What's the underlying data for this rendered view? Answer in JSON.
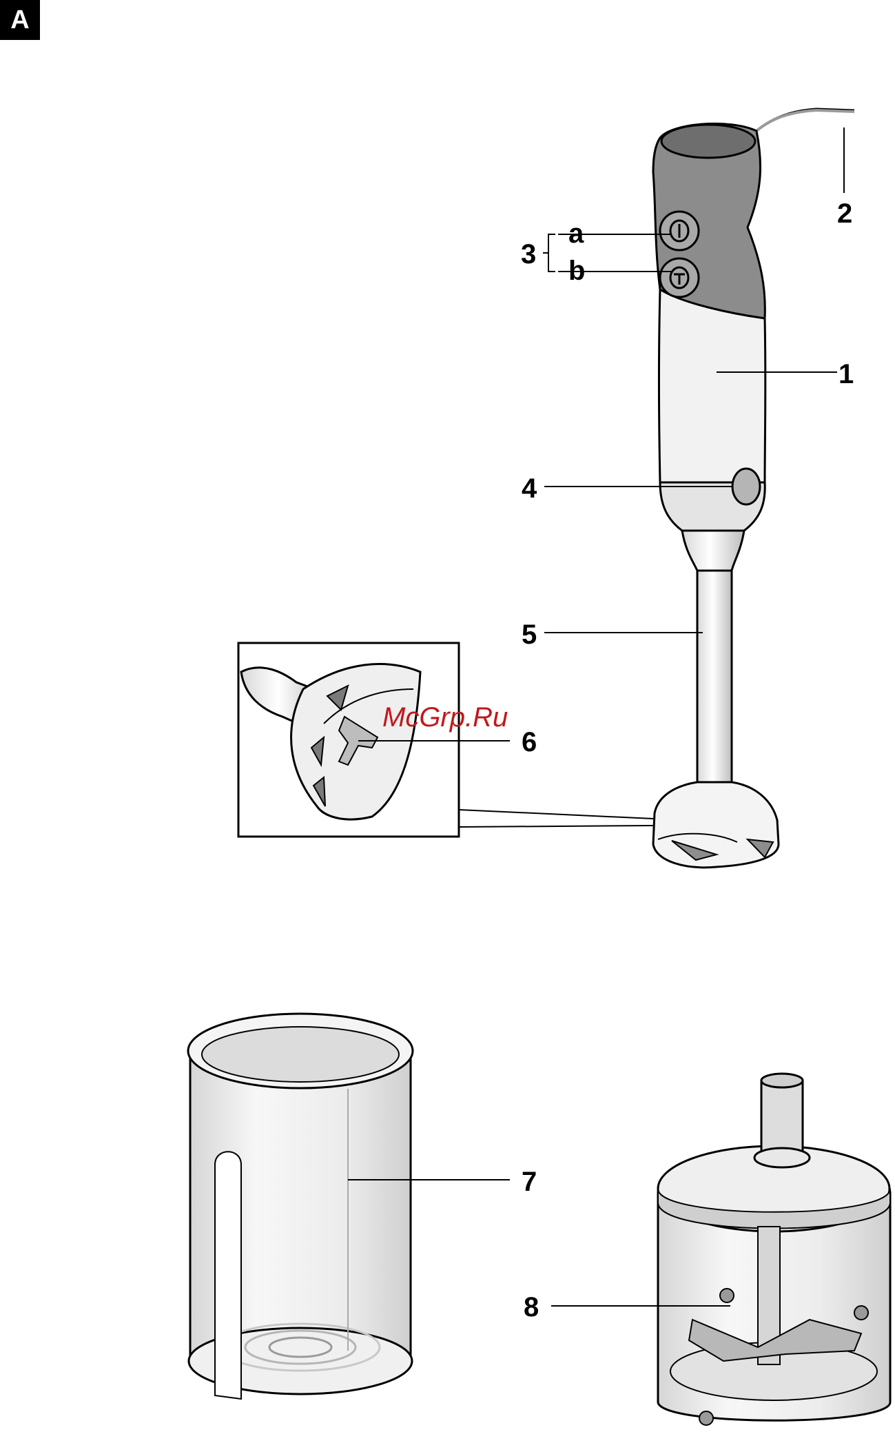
{
  "section_badge": "A",
  "watermark": "McGrp.Ru",
  "callouts": {
    "c1": "1",
    "c2": "2",
    "c3": "3",
    "c3a": "a",
    "c3b": "b",
    "c4": "4",
    "c5": "5",
    "c6": "6",
    "c7": "7",
    "c8": "8"
  },
  "colors": {
    "handle_grip": "#8c8c8c",
    "body_light": "#ececec",
    "outline": "#000000",
    "watermark": "#c2181b"
  }
}
